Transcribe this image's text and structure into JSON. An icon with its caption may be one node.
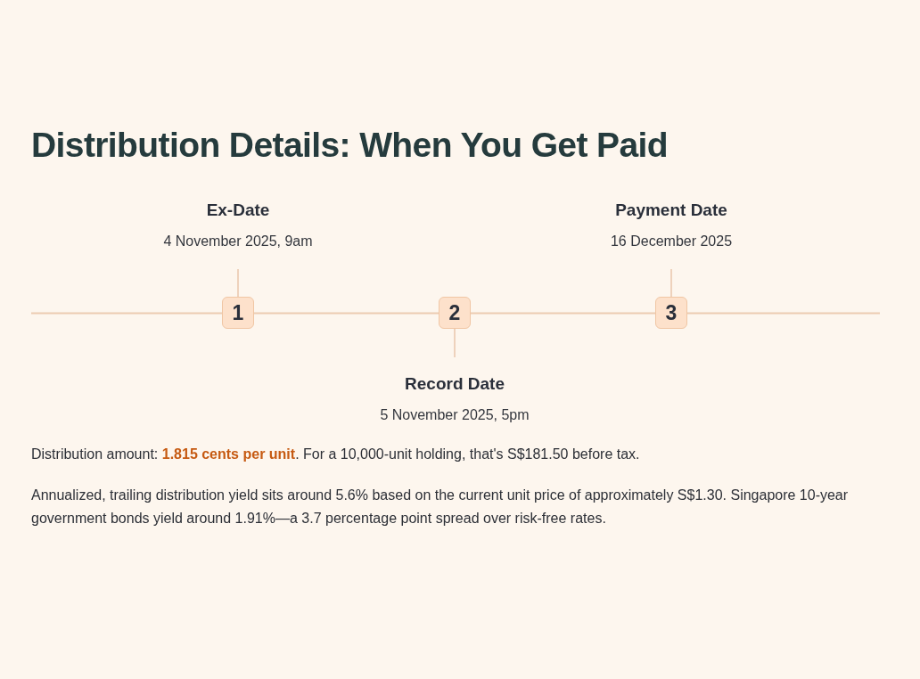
{
  "diagram": {
    "title": "Distribution Details: When You Get Paid",
    "nodes": [
      {
        "text": [
          "Ex-Date",
          "4 November 2025, 9am"
        ]
      },
      {
        "text": [
          "Payment Date",
          "16 December 2025"
        ]
      },
      {
        "text": [
          "1"
        ]
      },
      {
        "text": [
          "2"
        ]
      },
      {
        "text": [
          "3"
        ]
      },
      {
        "text": [
          "Record Date",
          "5 November 2025, 5pm"
        ]
      }
    ],
    "edges": [
      {
        "from": 2,
        "to": 0,
        "arrow": "none"
      },
      {
        "from": 4,
        "to": 1,
        "arrow": "none"
      },
      {
        "from": 3,
        "to": 5,
        "arrow": "none"
      }
    ],
    "labels": [
      "Distribution amount: **1.815 cents per unit**. For a 10,000-unit holding, that's S$181.50 before tax.",
      "Annualized, trailing distribution yield sits around 5.6% based on the current unit price of approximately S$1.30. Singapore 10-year government bonds yield around 1.91%—a 3.7 percentage point spread over risk-free rates."
    ]
  }
}
